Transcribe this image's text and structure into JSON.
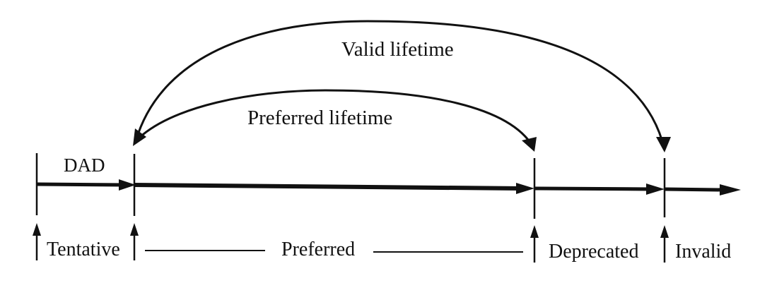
{
  "labels": {
    "valid_lifetime": "Valid lifetime",
    "preferred_lifetime": "Preferred lifetime",
    "dad": "DAD"
  },
  "states": {
    "tentative": "Tentative",
    "preferred": "Preferred",
    "deprecated": "Deprecated",
    "invalid": "Invalid"
  },
  "colors": {
    "ink": "#111111",
    "background": "#ffffff"
  }
}
